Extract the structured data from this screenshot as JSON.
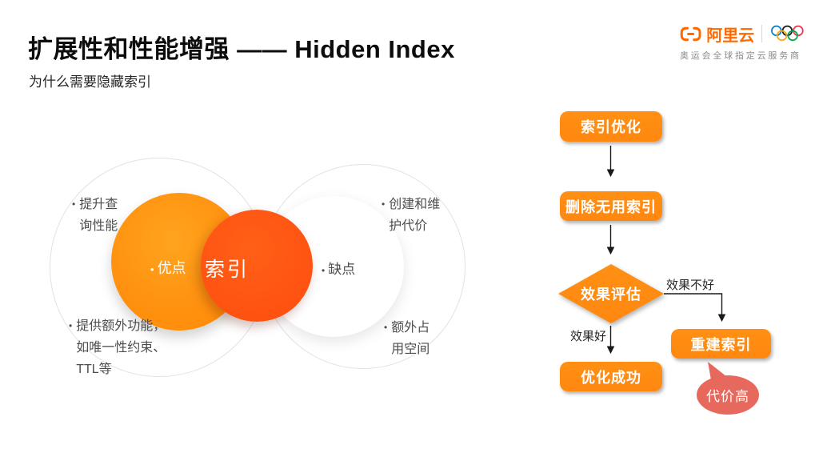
{
  "slide": {
    "title": "扩展性和性能增强 —— Hidden Index",
    "subtitle": "为什么需要隐藏索引"
  },
  "logo": {
    "brand": "阿里云",
    "caption": "奥运会全球指定云服务商",
    "colors": {
      "brand_orange": "#FF6A00",
      "ring_blue": "#0081C8",
      "ring_black": "#1b1b1b",
      "ring_red": "#EE334E",
      "ring_yellow": "#F5A623",
      "ring_green": "#00A651"
    }
  },
  "venn": {
    "pros_label": {
      "marker": "•",
      "text": "优点"
    },
    "center_label": {
      "text": "索引"
    },
    "cons_label": {
      "marker": "•",
      "text": "缺点"
    },
    "pros_items": [
      {
        "marker": "•",
        "text": "提升查询性能"
      },
      {
        "marker": "•",
        "text": "提供额外功能，如唯一性约束、TTL等"
      }
    ],
    "cons_items": [
      {
        "marker": "•",
        "text": "创建和维护代价"
      },
      {
        "marker": "•",
        "text": "额外占用空间"
      }
    ],
    "colors": {
      "pros_circle": "#FF9210",
      "index_circle": "#FF5412"
    }
  },
  "flowchart": {
    "node_color": "#FF8A12",
    "nodes": [
      {
        "label": "索引优化",
        "shape": "rounded-rect"
      },
      {
        "label": "删除无用索引",
        "shape": "rounded-rect"
      },
      {
        "label": "效果评估",
        "shape": "diamond"
      },
      {
        "label": "优化成功",
        "shape": "rounded-rect"
      },
      {
        "label": "重建索引",
        "shape": "rounded-rect"
      }
    ],
    "edge_labels": [
      {
        "text": "效果不好"
      },
      {
        "text": "效果好"
      }
    ],
    "callout": {
      "text": "代价高",
      "color": "#E7695E"
    }
  }
}
